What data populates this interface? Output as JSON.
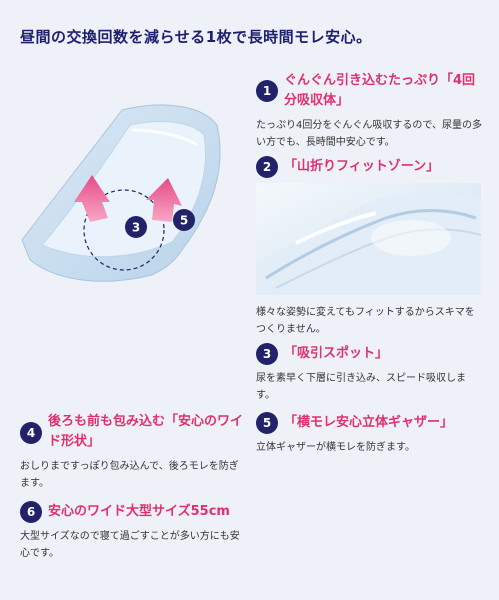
{
  "headline": "昼間の交換回数を減らせる1枚で長時間モレ安心。",
  "illustration": {
    "callout_left": "3",
    "callout_right": "5"
  },
  "features": [
    {
      "num": "1",
      "title_line1": "ぐんぐん引き込むたっぷり「4回",
      "title_line2": "分吸収体」",
      "desc_line1": "たっぷり4回分をぐんぐん吸収するので、尿量の多",
      "desc_line2": "い方でも、長時間中安心です。"
    },
    {
      "num": "2",
      "title_line1": "「山折りフィットゾーン」",
      "desc_line1": "様々な姿勢に変えてもフィットするからスキマを",
      "desc_line2": "つくりません。"
    },
    {
      "num": "3",
      "title_line1": "「吸引スポット」",
      "desc_line1": "尿を素早く下層に引き込み、スピード吸収しま",
      "desc_line2": "す。"
    },
    {
      "num": "4",
      "title_line1": "後ろも前も包み込む「安心のワイ",
      "title_line2": "ド形状」",
      "desc_line1": "おしりまですっぽり包み込んで、後ろモレを防ぎ",
      "desc_line2": "ます。"
    },
    {
      "num": "5",
      "title_line1": "「横モレ安心立体ギャザー」",
      "desc_line1": "立体ギャザーが横モレを防ぎます。"
    },
    {
      "num": "6",
      "title_line1": "安心のワイド大型サイズ55cm",
      "desc_line1": "大型サイズなので寝て過ごすことが多い方にも安",
      "desc_line2": "心です。"
    }
  ],
  "colors": {
    "headline": "#1e1e6e",
    "accent_pink": "#e0306e",
    "badge": "#22226a",
    "background": "#eef2f8"
  }
}
